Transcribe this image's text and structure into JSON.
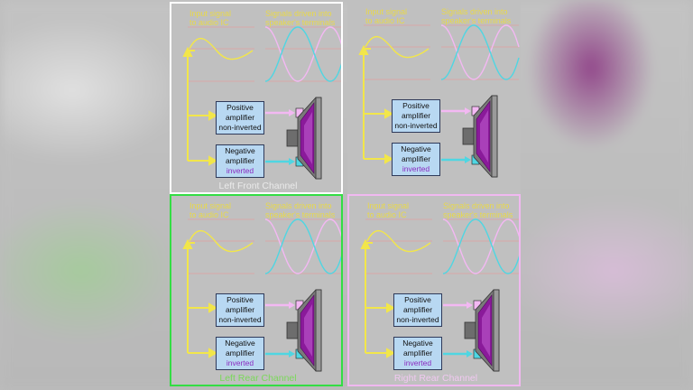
{
  "labels": {
    "input_signal": "Input signal\nto audio IC",
    "signals_driven": "Signals driven into\nspeaker's terminals",
    "positive_amp": [
      "Positive",
      "amplifier",
      "non-inverted"
    ],
    "negative_amp": [
      "Negative",
      "amplifier",
      "inverted"
    ]
  },
  "panels": [
    {
      "channel": "Left Front Channel",
      "border": "#ffffff",
      "channel_color": "#eaeaea"
    },
    {
      "channel": "",
      "border": "none",
      "channel_color": "#eaeaea"
    },
    {
      "channel": "Left Rear Channel",
      "border": "#33dd44",
      "channel_color": "#7ad85a"
    },
    {
      "channel": "Right Rear Channel",
      "border": "#f0b8f0",
      "channel_color": "#f0c8f0"
    }
  ],
  "colors": {
    "input_wave": "#f2e64a",
    "positive_wave": "#f3b8f3",
    "negative_wave": "#4fd6e2",
    "guide_lines": "#e0a0a0",
    "amp_fill": "#b8d8f2",
    "speaker_cone": "#8a1a9a"
  }
}
